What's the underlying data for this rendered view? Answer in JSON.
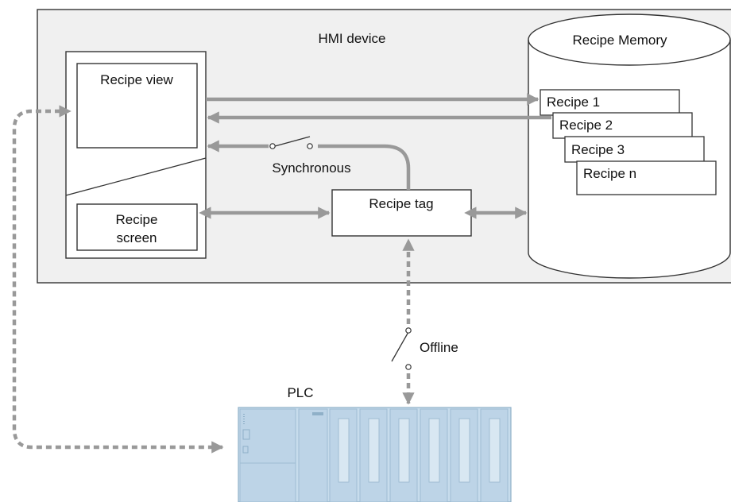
{
  "hmi": {
    "title": "HMI device"
  },
  "memory": {
    "title": "Recipe Memory",
    "recipes": [
      "Recipe 1",
      "Recipe 2",
      "Recipe 3",
      "Recipe n"
    ]
  },
  "panel": {
    "view_label": "Recipe view",
    "screen_line1": "Recipe",
    "screen_line2": "screen"
  },
  "tag": {
    "label": "Recipe tag"
  },
  "switches": {
    "synchronous": "Synchronous",
    "offline": "Offline"
  },
  "plc": {
    "label": "PLC"
  },
  "colors": {
    "frame_fill": "#f0f0f0",
    "arrow_gray": "#999999",
    "plc_blue": "#b9d2e6",
    "plc_edge": "#8fb0c8"
  }
}
